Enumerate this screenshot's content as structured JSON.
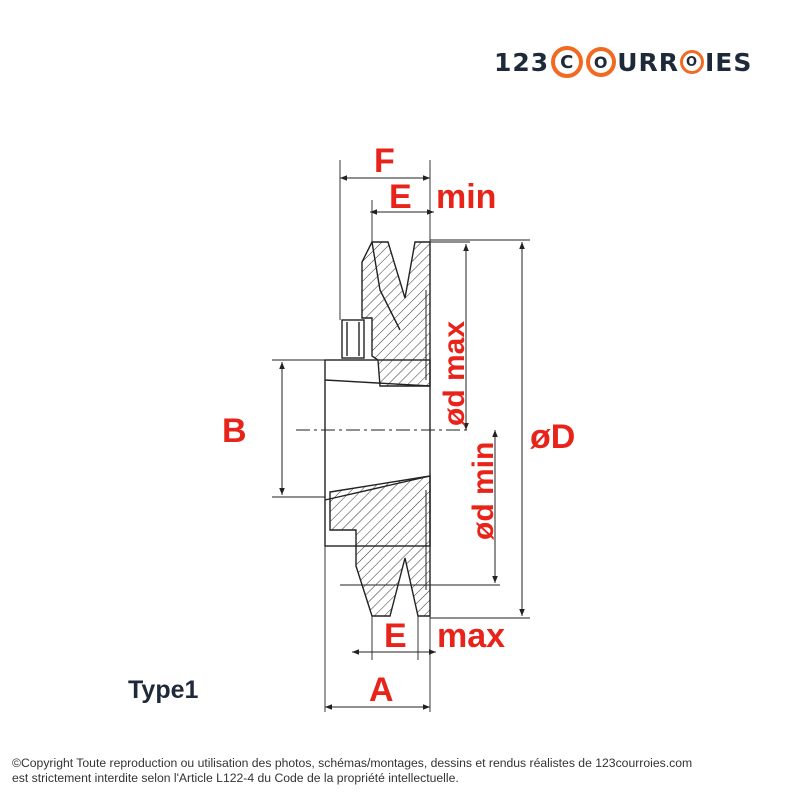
{
  "logo": {
    "prefix": "123",
    "c": "C",
    "o1": "O",
    "mid": "URR",
    "o2": "O",
    "suffix": "IES"
  },
  "labels": {
    "F": "F",
    "E_top": "E",
    "min": "min",
    "B": "B",
    "d_max": "ød max",
    "d_min": "ød min",
    "D": "øD",
    "E_bottom": "E",
    "max": "max",
    "A": "A"
  },
  "type_label": "Type1",
  "copyright": {
    "line1": "©Copyright Toute reproduction ou utilisation des photos, schémas/montages, dessins et rendus réalistes de 123courroies.com",
    "line2": "est strictement interdite selon l'Article L122-4 du Code de la propriété intellectuelle."
  },
  "colors": {
    "label_red": "#e8231a",
    "brand_orange": "#f26a21",
    "brand_navy": "#1e2a3a",
    "line": "#222222"
  }
}
